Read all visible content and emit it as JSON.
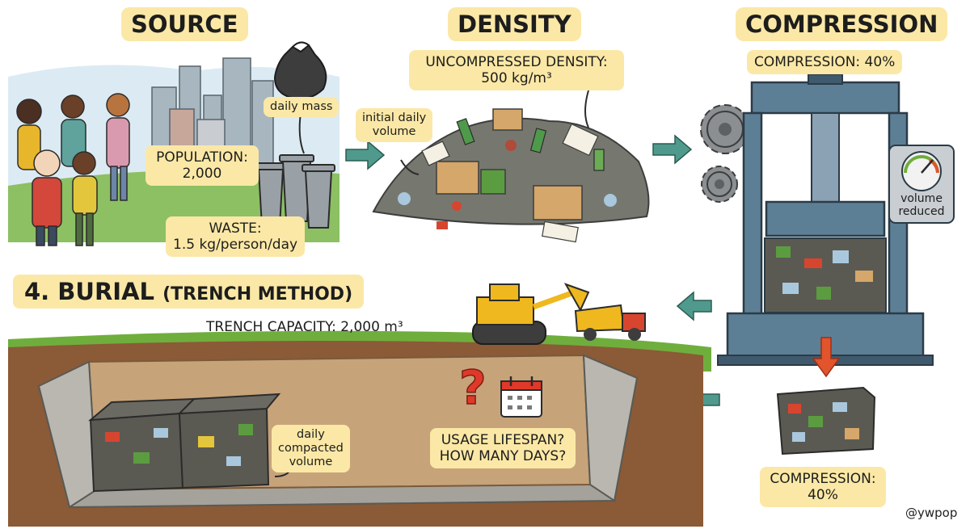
{
  "source": {
    "title": "SOURCE",
    "daily_mass_label": "daily mass",
    "population_label": "POPULATION:",
    "population_value": "2,000",
    "waste_label": "WASTE:",
    "waste_value": "1.5 kg/person/day"
  },
  "density": {
    "title": "DENSITY",
    "uncompressed_label": "UNCOMPRESSED DENSITY:",
    "uncompressed_value": "500 kg/m³",
    "initial_volume_line1": "initial daily",
    "initial_volume_line2": "volume"
  },
  "compression": {
    "title": "COMPRESSION",
    "top_label": "COMPRESSION: 40%",
    "gauge_line1": "volume",
    "gauge_line2": "reduced",
    "bottom_label_line1": "COMPRESSION:",
    "bottom_label_line2": "40%"
  },
  "burial": {
    "title_main": "4. BURIAL",
    "title_sub": "(TRENCH METHOD)",
    "capacity": "TRENCH CAPACITY: 2,000 m³",
    "compacted_line1": "daily",
    "compacted_line2": "compacted",
    "compacted_line3": "volume",
    "question_line1": "USAGE LIFESPAN?",
    "question_line2": "HOW MANY DAYS?"
  },
  "credit": "@ywpop",
  "colors": {
    "label_bg": "#fbe8a6",
    "arrow": "#4f9a8c",
    "press_steel": "#5d7f96",
    "soil": "#8b5a36",
    "grass": "#6fae3d",
    "down_arrow": "#e2542c"
  }
}
